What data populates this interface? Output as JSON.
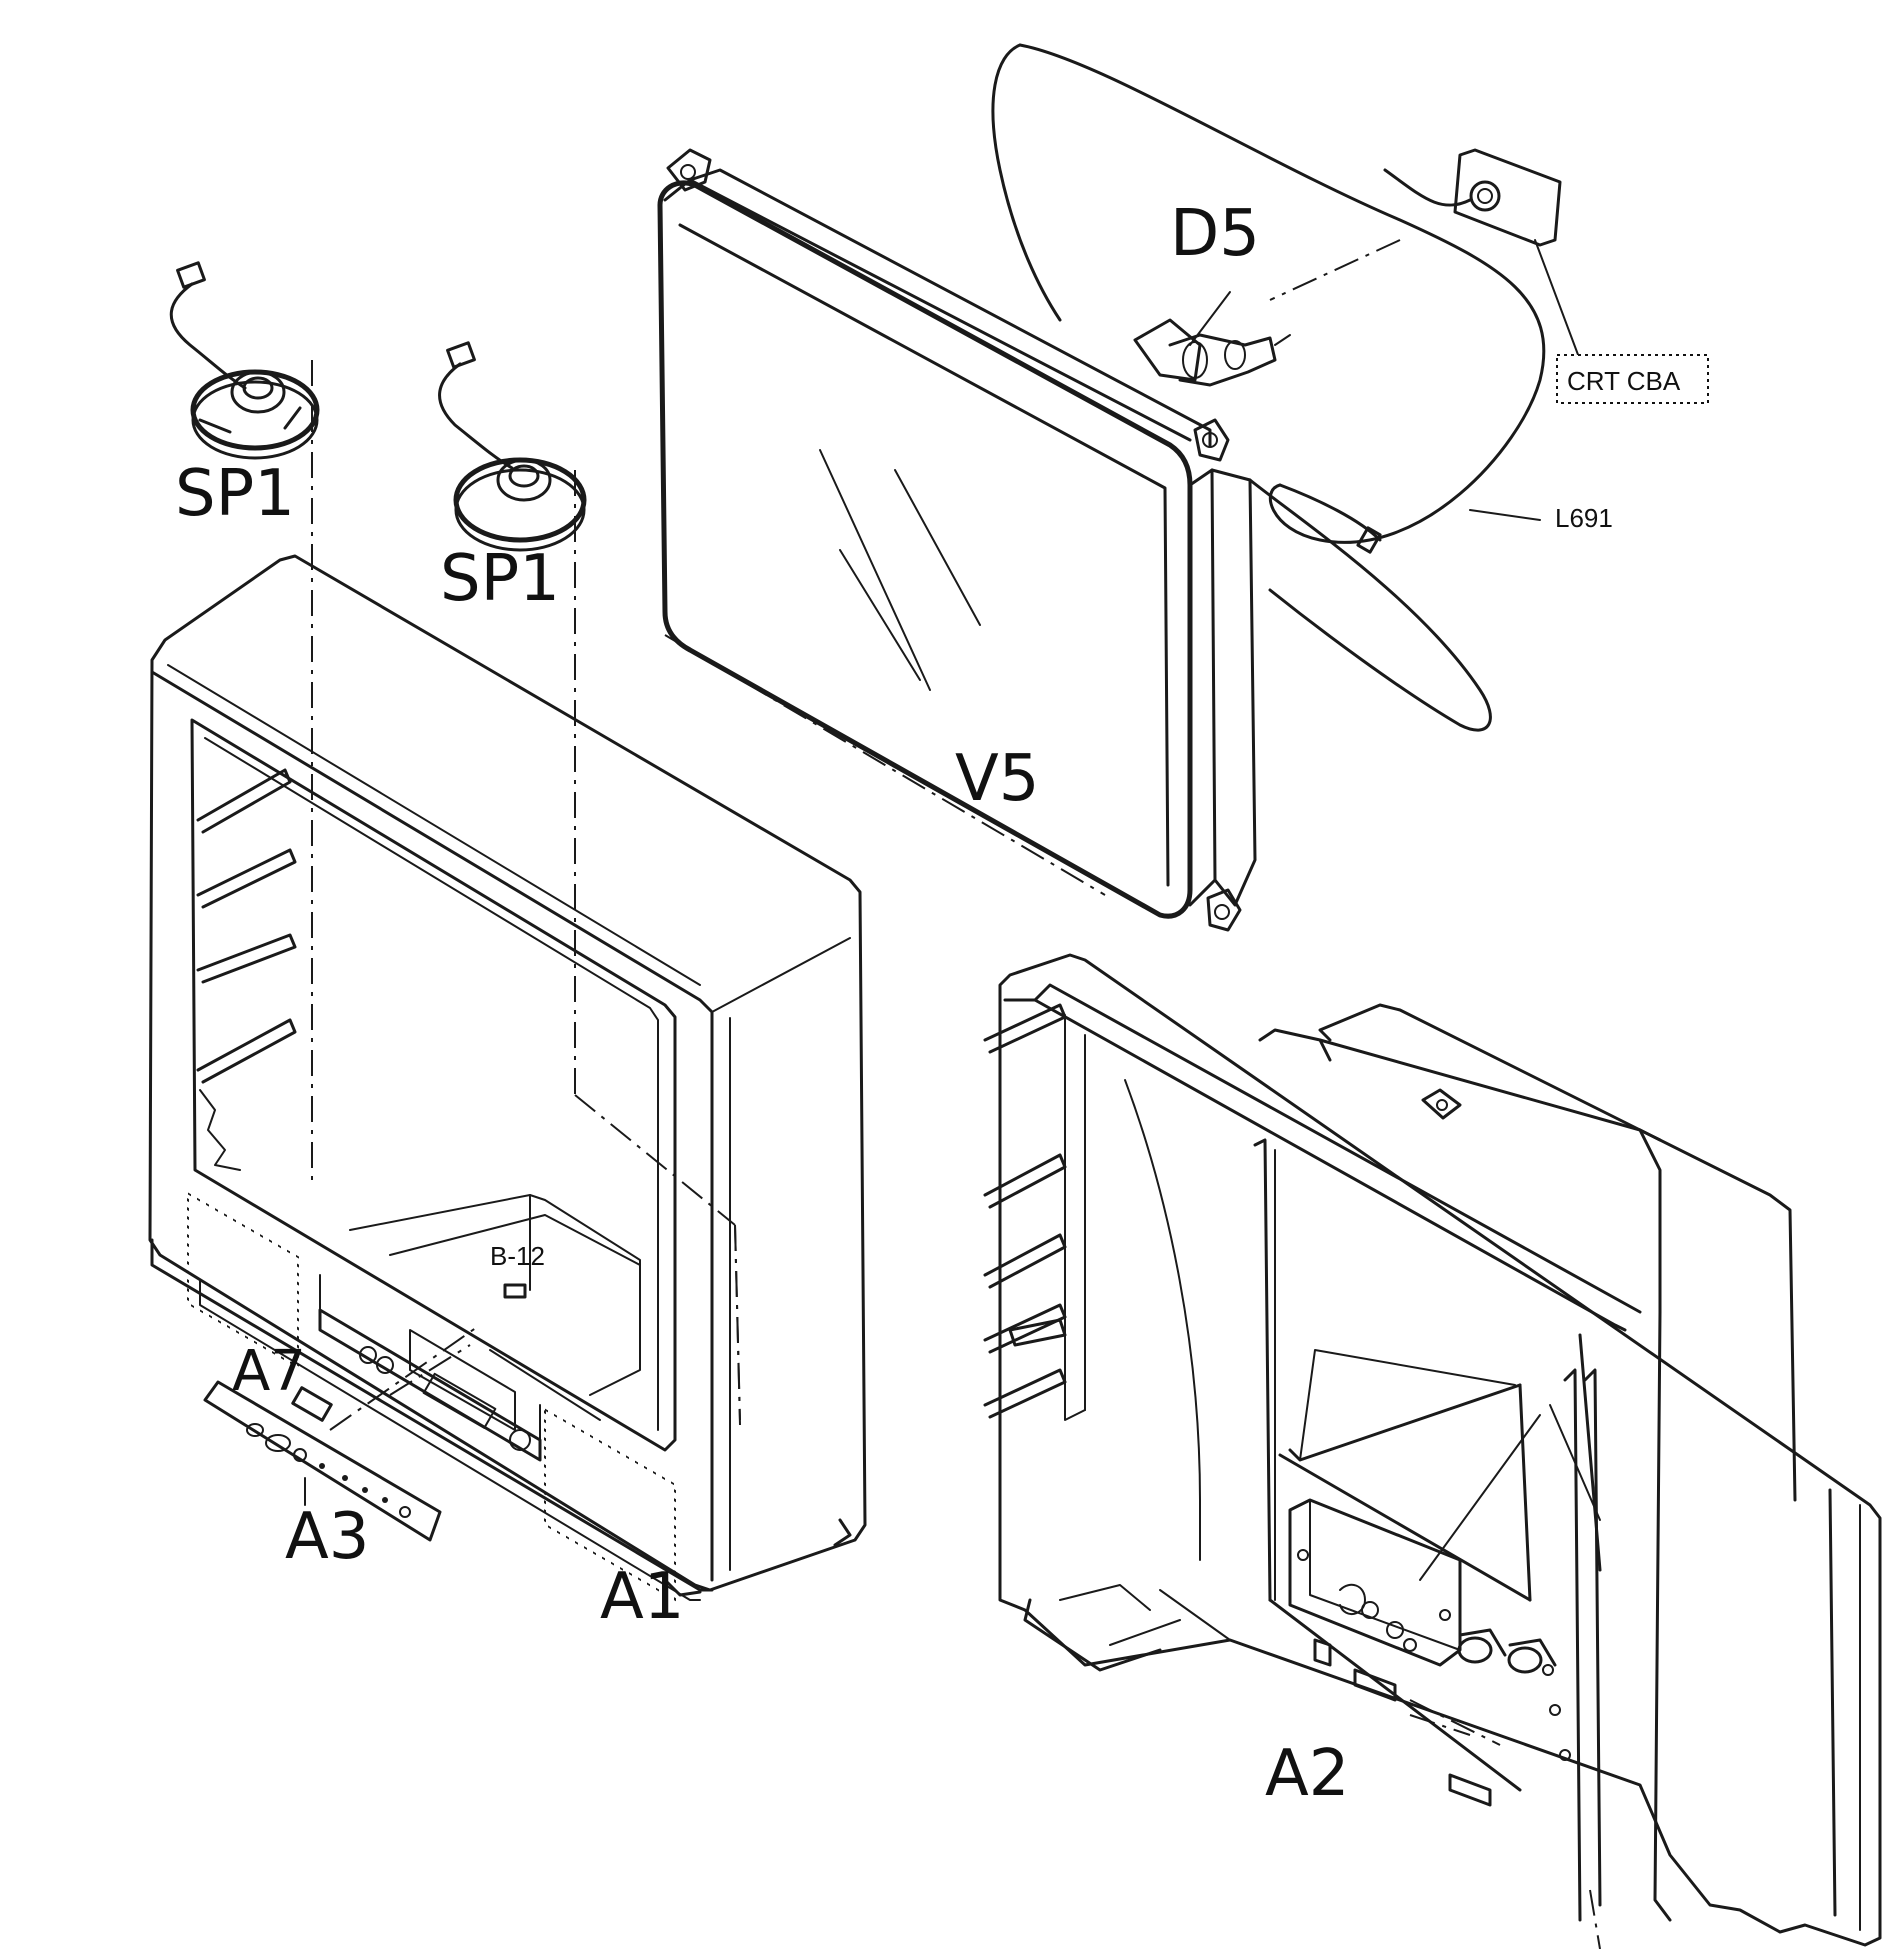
{
  "labels": {
    "sp1_left": "SP1",
    "sp1_right": "SP1",
    "d5": "D5",
    "crt_cba": "CRT CBA",
    "l691": "L691",
    "v5": "V5",
    "b12": "B-12",
    "a7": "A7",
    "a3": "A3",
    "a1": "A1",
    "a2": "A2"
  }
}
